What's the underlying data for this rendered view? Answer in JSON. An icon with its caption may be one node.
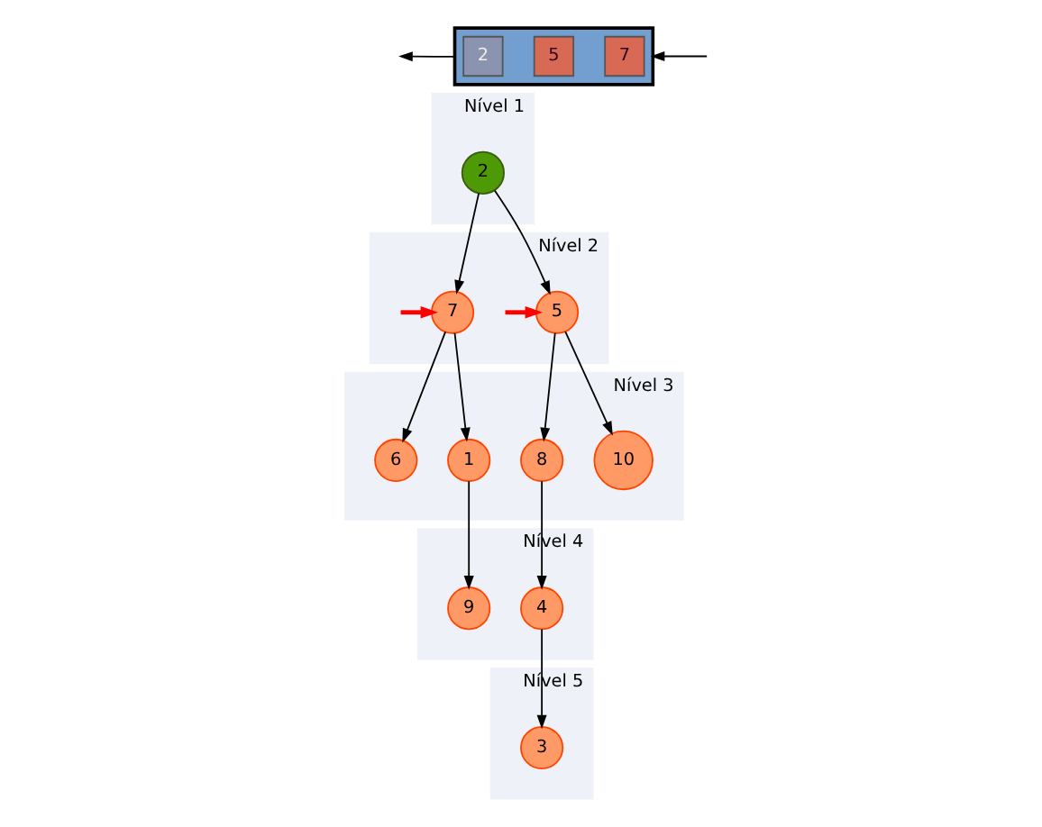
{
  "diagram": {
    "nodes": [
      {
        "text": [],
        "shape": "bar"
      },
      {
        "text": [
          "2"
        ],
        "in": 0
      },
      {
        "text": [
          "5"
        ],
        "in": 0
      },
      {
        "text": [
          "7"
        ],
        "in": 0
      },
      {
        "text": [
          "Nível 1"
        ]
      },
      {
        "text": [
          "2"
        ],
        "in": 4
      },
      {
        "text": [
          "Nível 2"
        ]
      },
      {
        "text": [
          "5"
        ],
        "in": 6
      },
      {
        "text": [
          "7"
        ],
        "in": 6
      },
      {
        "text": [
          "Nível 3"
        ]
      },
      {
        "text": [
          "10"
        ],
        "in": 9
      },
      {
        "text": [
          "8"
        ],
        "in": 9
      },
      {
        "text": [
          "1"
        ],
        "in": 9
      },
      {
        "text": [
          "6"
        ],
        "in": 9
      },
      {
        "text": [
          "Nível 4"
        ]
      },
      {
        "text": [
          "4"
        ],
        "in": 14
      },
      {
        "text": [
          "9"
        ],
        "in": 14
      },
      {
        "text": [
          "Nível 5"
        ]
      },
      {
        "text": [
          "3"
        ],
        "in": 17
      }
    ],
    "edges": [
      {
        "from": null,
        "to": 0,
        "arrow": "to"
      },
      {
        "from": 0,
        "to": null,
        "arrow": "to"
      },
      {
        "from": 5,
        "to": 7,
        "arrow": "to"
      },
      {
        "from": 5,
        "to": 8,
        "arrow": "to"
      },
      {
        "from": 7,
        "to": 10,
        "arrow": "to"
      },
      {
        "from": 7,
        "to": 11,
        "arrow": "to"
      },
      {
        "from": 8,
        "to": 12,
        "arrow": "to"
      },
      {
        "from": 8,
        "to": 13,
        "arrow": "to"
      },
      {
        "from": 11,
        "to": 15,
        "arrow": "to"
      },
      {
        "from": 12,
        "to": 16,
        "arrow": "to"
      },
      {
        "from": 15,
        "to": 18,
        "arrow": "to"
      },
      {
        "from": null,
        "to": 7,
        "arrow": "to",
        "style": "thick",
        "color": "#ff0000"
      },
      {
        "from": null,
        "to": 8,
        "arrow": "to",
        "style": "thick",
        "color": "#ff0000"
      }
    ]
  }
}
